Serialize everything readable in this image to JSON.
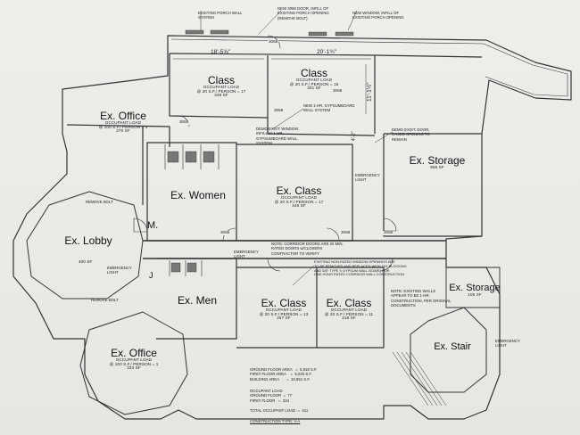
{
  "rooms": {
    "class_left": {
      "name": "Class",
      "load_hdr": "OCCUPANT LOAD",
      "load": "@ 20 S.F./ PERSON = 17",
      "area": "349 SF"
    },
    "class_right": {
      "name": "Class",
      "load_hdr": "OCCUPANT LOAD",
      "load": "@ 20 S.F./ PERSON = 15",
      "area": "301 SF"
    },
    "office_top": {
      "name": "Ex. Office",
      "load_hdr": "OCCUPANT LOAD",
      "load": "@ 100 S.F./ PERSON = 3",
      "area": "270 SF"
    },
    "women": {
      "name": "Ex. Women"
    },
    "class_mid": {
      "name": "Ex. Class",
      "load_hdr": "OCCUPANT LOAD",
      "load": "@ 20 S.F./ PERSON = 17",
      "area": "345 SF"
    },
    "storage_big": {
      "name": "Ex. Storage",
      "area": "856 SF"
    },
    "lobby": {
      "name": "Ex. Lobby",
      "area": "400 SF"
    },
    "m": {
      "name": "M."
    },
    "j": {
      "name": "J"
    },
    "men": {
      "name": "Ex. Men"
    },
    "class_bl": {
      "name": "Ex. Class",
      "load_hdr": "OCCUPANT LOAD",
      "load": "@ 20 S.F./ PERSON = 13",
      "area": "257 SF"
    },
    "class_br": {
      "name": "Ex. Class",
      "load_hdr": "OCCUPANT LOAD",
      "load": "@ 20 S.F./ PERSON = 11",
      "area": "218 SF"
    },
    "storage_small": {
      "name": "Ex. Storage",
      "area": "105 SF"
    },
    "stair": {
      "name": "Ex. Stair"
    },
    "office_bottom": {
      "name": "Ex. Office",
      "load_hdr": "OCCUPANT LOAD",
      "load": "@ 100 S.F./ PERSON = 1",
      "area": "333 SF"
    }
  },
  "dims": {
    "left": "18'-5⅝\"",
    "right": "20'-1¾\"",
    "vert": "11'-1½\"",
    "small": "4'-2\""
  },
  "doors": [
    "3068",
    "3068",
    "3068",
    "3068",
    "3068",
    "3068",
    "3068"
  ],
  "callouts": {
    "porch_wall": "EXISTING PORCH WALL\nSYSTEM",
    "new_door": "NEW 3068 DOOR, INFILL OF\nEXISTING PORCH OPENING\n(REMOVE BOLT)",
    "new_window": "NEW WINDOW, INFILL OF\nEXISTING PORCH OPENING",
    "gyp_wall": "NEW 1-HR. GYPSUMBOARD\nWALL SYSTEM",
    "demo_window": "DEMO EXIST. WINDOW,\nINFILL w/ 1-HR.\nGYPSUMBOARD WALL\nSYSTEM",
    "demo_door": "DEMO EXIST. DOOR,\nCASED OPENING TO\nREMAIN",
    "corridor": "NOTE: CORRIDOR DOORS ARE 20 MIN.\nRATED DOORS w/CLOSERS\nCONTRACTOR TO VERIFY",
    "windows": "EXISTING NON-RATED WINDOW OPENINGS ARE\nTO BE REMOVED AND REPLACED WITH 2X4 BLOCKING\nAND 5/8\" TYPE X GYPSUM WALL BOARD FOR\nONE HOUR RATED CORRIDOR WALL CONSTRUCTION",
    "walls": "NOTE: EXISTING WALLS\nAPPEAR TO BE 1-HR.\nCONSTRUCTION, PER ORIGINAL\nDOCUMENTS",
    "remove_bolt_1": "REMOVE BOLT",
    "remove_bolt_2": "REMOVE BOLT",
    "em_light_1": "EMERGENCY\nLIGHT",
    "em_light_2": "EMERGENCY\nLIGHT",
    "em_light_3": "EMERGENCY\nLIGHT",
    "em_light_4": "EMERGENCY\nLIGHT"
  },
  "summary": {
    "areas": "GROUND FLOOR AREA   =  5,818 S.F.\nFIRST FLOOR AREA    =  5,033 S.F.\nBUILDING AREA       =  10,851 S.F.",
    "loads": "OCCUPANT LOAD\nGROUND FLOOR  =  77\nFIRST FLOOR   =  334",
    "total": "TOTAL OCCUPANT LOAD  =  411",
    "construction": "CONSTRUCTION TYPE: V-A"
  }
}
